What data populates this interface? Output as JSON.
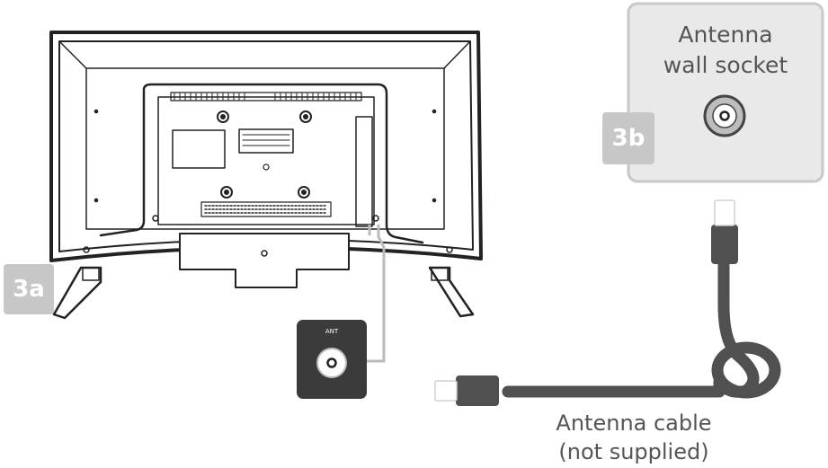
{
  "steps": {
    "tv_step": "3a",
    "socket_step": "3b"
  },
  "wall_socket": {
    "label_line1": "Antenna",
    "label_line2": "wall socket"
  },
  "tv": {
    "port_label": "ANT"
  },
  "cable": {
    "label_line1": "Antenna cable",
    "label_line2": "(not supplied)"
  },
  "colors": {
    "tv_outline": "#222222",
    "badge": "#c7c7c7",
    "socket_panel": "#e9e9e9",
    "port_box": "#3b3b3b",
    "cable": "#505050",
    "callout_line": "#bbbbbb",
    "label_text": "#555555"
  }
}
